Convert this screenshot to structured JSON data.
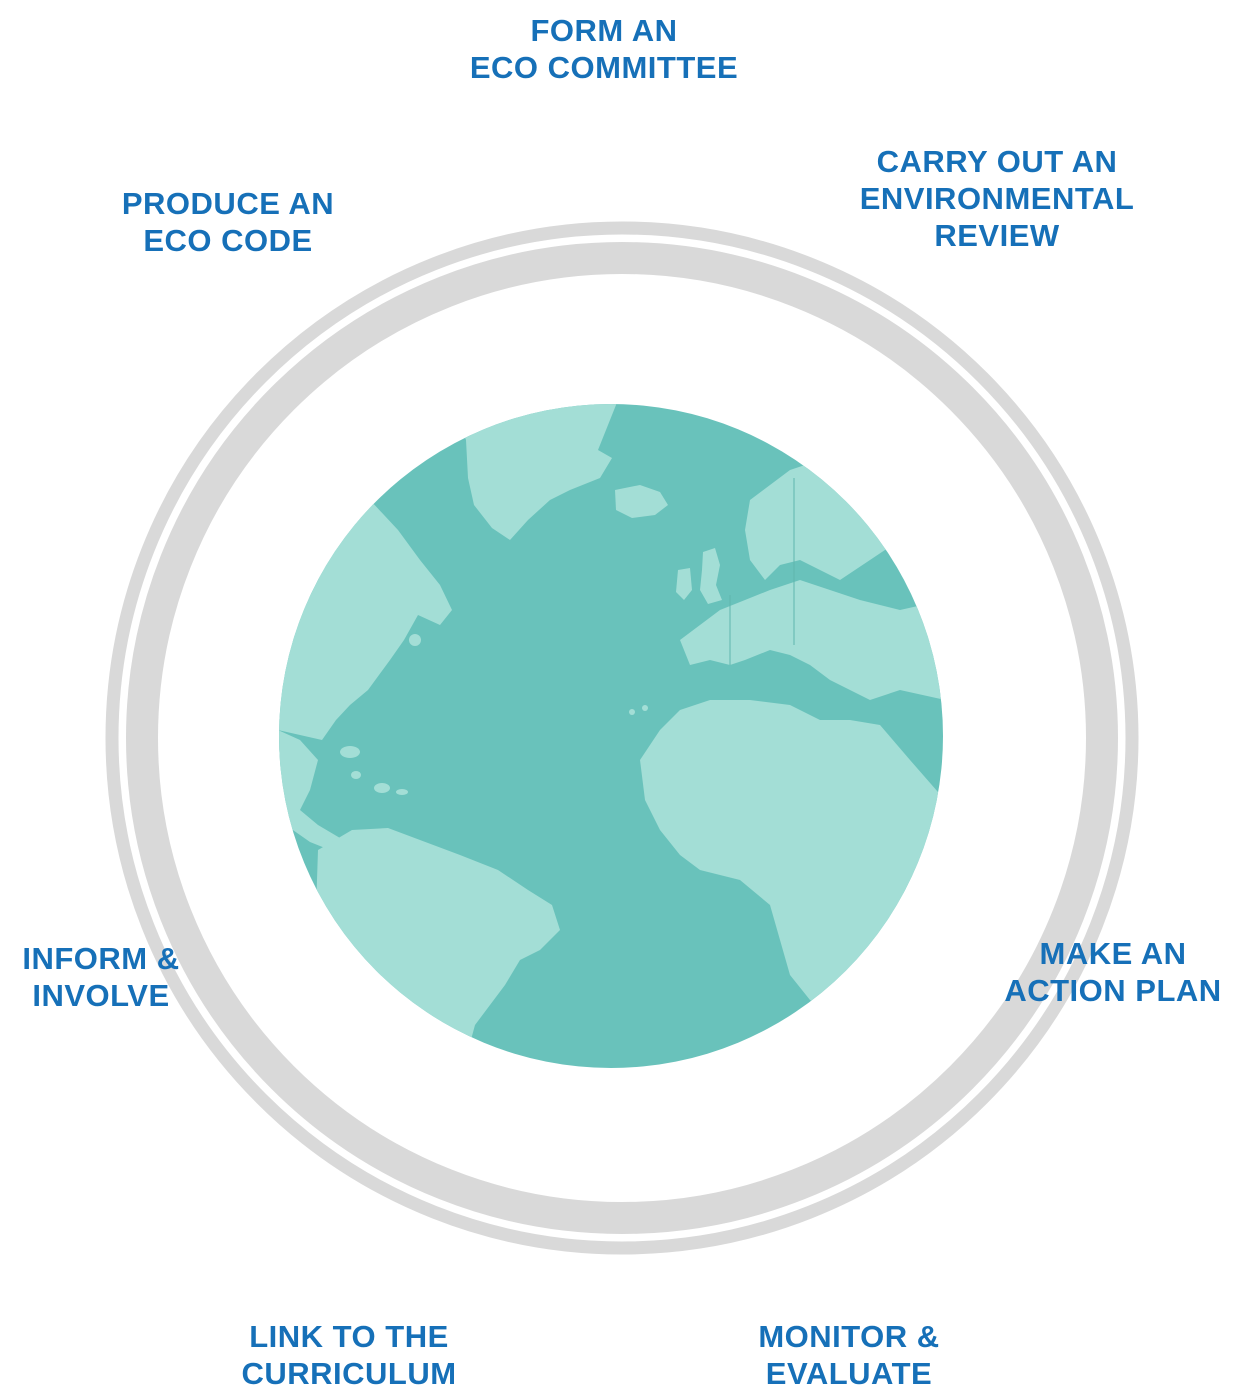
{
  "colors": {
    "label": "#1670b8",
    "ring": "#d9d9d9",
    "ocean": "#69c2bb",
    "land": "#a3ded6",
    "background": "#ffffff"
  },
  "steps": [
    {
      "id": "form-eco-committee",
      "lines": [
        "FORM AN",
        "ECO COMMITTEE"
      ]
    },
    {
      "id": "carry-out-environmental-review",
      "lines": [
        "CARRY OUT AN",
        "ENVIRONMENTAL",
        "REVIEW"
      ]
    },
    {
      "id": "make-action-plan",
      "lines": [
        "MAKE AN",
        "ACTION PLAN"
      ]
    },
    {
      "id": "monitor-evaluate",
      "lines": [
        "MONITOR &",
        "EVALUATE"
      ]
    },
    {
      "id": "link-curriculum",
      "lines": [
        "LINK TO THE",
        "CURRICULUM"
      ]
    },
    {
      "id": "inform-involve",
      "lines": [
        "INFORM &",
        "INVOLVE"
      ]
    },
    {
      "id": "produce-eco-code",
      "lines": [
        "PRODUCE AN",
        "ECO CODE"
      ]
    }
  ],
  "globe": {
    "icon": "earth-globe-icon"
  }
}
